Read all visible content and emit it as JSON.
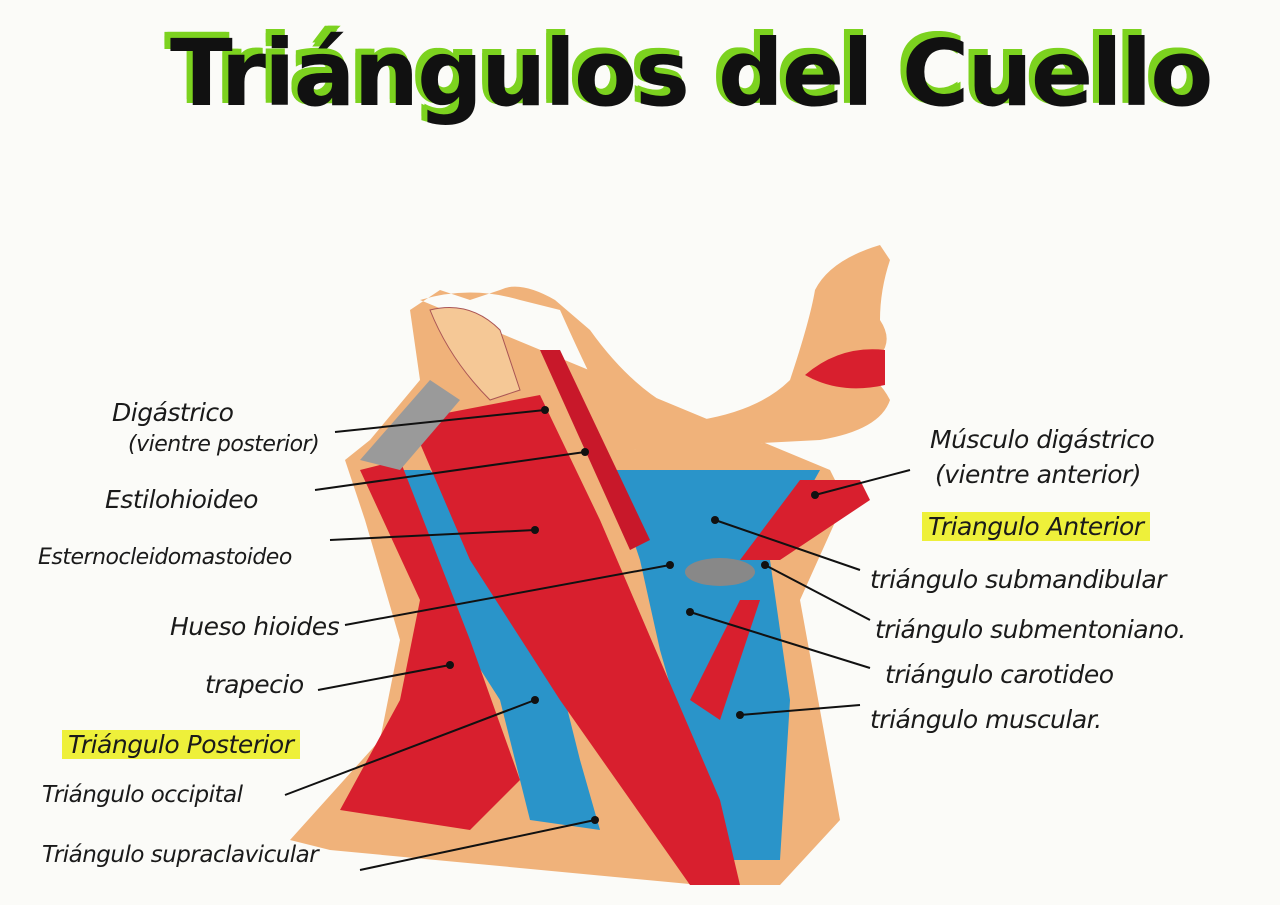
{
  "title": "Triángulos del Cuello",
  "labels": {
    "digastrico_posterior_1": "Digástrico",
    "digastrico_posterior_2": "(vientre posterior)",
    "estilohioideo": "Estilohioideo",
    "esternocleidomastoideo": "Esternocleidomastoideo",
    "hueso_hioides": "Hueso hioides",
    "trapecio": "trapecio",
    "triangulo_posterior": "Triángulo Posterior",
    "triangulo_occipital": "Triángulo occipital",
    "triangulo_supraclavicular": "Triángulo supraclavicular",
    "digastrico_anterior_1": "Músculo digástrico",
    "digastrico_anterior_2": "(vientre anterior)",
    "triangulo_anterior": "Triangulo Anterior",
    "triangulo_submandibular": "triángulo submandibular",
    "triangulo_submentoniano": "triángulo submentoniano.",
    "triangulo_carotideo": "triángulo carotideo",
    "triangulo_muscular": "triángulo muscular."
  },
  "colors": {
    "muscle": "#d81f2e",
    "triangle": "#2a94c9",
    "skin": "#f0b27a",
    "highlight": "#eef03a",
    "title_accent": "#7cd21f"
  }
}
